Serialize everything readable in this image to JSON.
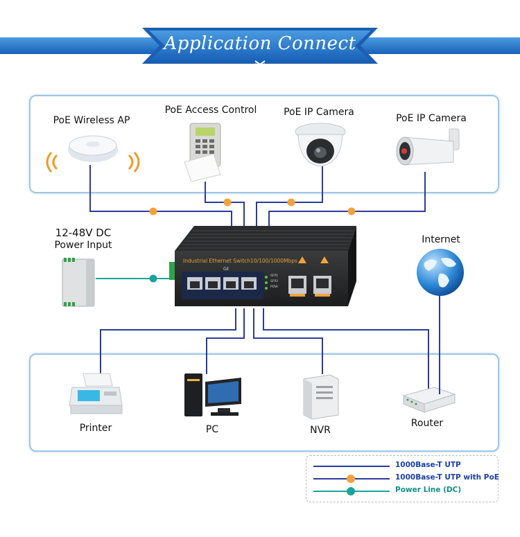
{
  "header": {
    "title": "Application Connect"
  },
  "top_devices": [
    {
      "label": "PoE Wireless AP"
    },
    {
      "label": "PoE Access Control"
    },
    {
      "label": "PoE IP Camera"
    },
    {
      "label": "PoE IP Camera"
    }
  ],
  "power": {
    "line1": "12-48V DC",
    "line2": "Power Input"
  },
  "internet": {
    "label": "Internet"
  },
  "switch": {
    "title": "Industrial Ethernet Switch10/100/1000Mbps",
    "ge_label": "GE",
    "led_labels": [
      "SFP1",
      "SFP2",
      "POW"
    ]
  },
  "bottom_devices": [
    {
      "label": "Printer"
    },
    {
      "label": "PC"
    },
    {
      "label": "NVR"
    },
    {
      "label": "Router"
    }
  ],
  "legend": [
    {
      "text": "1000Base-T UTP",
      "color": "#2b3a9b"
    },
    {
      "text": "1000Base-T UTP with PoE",
      "color": "#2b3a9b",
      "dot": "#f3a23a"
    },
    {
      "text": "Power Line (DC)",
      "color": "#1aa39a",
      "dot": "#1aa39a"
    }
  ],
  "colors": {
    "utp": "#2b3a9b",
    "poe_dot": "#f3a23a",
    "dc": "#1aa39a",
    "banner": "#1f6fc4",
    "panel_border": "#9ec6e6"
  }
}
